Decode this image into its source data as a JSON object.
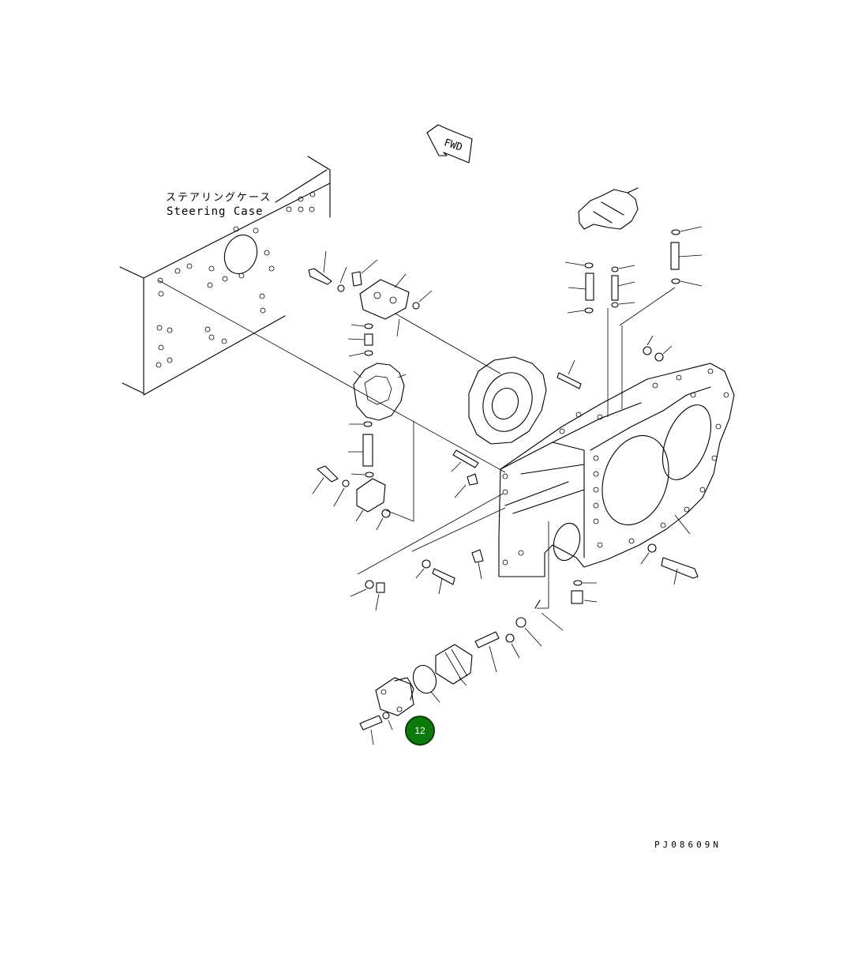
{
  "diagram": {
    "steering_case_label_jp": "ステアリングケース",
    "steering_case_label_en": "Steering Case",
    "fwd_label": "FWD",
    "drawing_number": "PJ08609N",
    "callout_number": "12",
    "colors": {
      "line": "#000000",
      "background": "#ffffff",
      "callout_fill": "#0b7a0b"
    }
  }
}
